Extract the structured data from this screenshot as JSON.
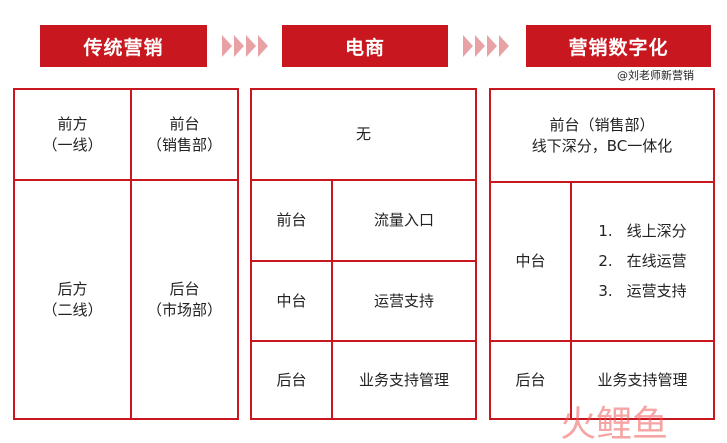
{
  "colors": {
    "brand_red": "#c8171e",
    "chevron": "#e8a2a6",
    "banner_text": "#ffffff"
  },
  "banners": {
    "traditional": "传统营销",
    "ecommerce": "电商",
    "digital": "营销数字化"
  },
  "watermark": "@刘老师新营销",
  "traditional_table": {
    "front_label": "前方",
    "front_note": "（一线）",
    "front_desk": "前台",
    "front_desk_note": "（销售部）",
    "back_label": "后方",
    "back_note": "（二线）",
    "back_desk": "后台",
    "back_desk_note": "（市场部）"
  },
  "ecommerce_table": {
    "top": "无",
    "rows": [
      {
        "label": "前台",
        "value": "流量入口"
      },
      {
        "label": "中台",
        "value": "运营支持"
      },
      {
        "label": "后台",
        "value": "业务支持管理"
      }
    ]
  },
  "digital_table": {
    "top_line1": "前台（销售部）",
    "top_line2": "线下深分，BC一体化",
    "middle_label": "中台",
    "middle_items": [
      {
        "num": "1.",
        "text": "线上深分"
      },
      {
        "num": "2.",
        "text": "在线运营"
      },
      {
        "num": "3.",
        "text": "运营支持"
      }
    ],
    "back_label": "后台",
    "back_value": "业务支持管理"
  },
  "logo": {
    "text": "火鲤鱼"
  }
}
